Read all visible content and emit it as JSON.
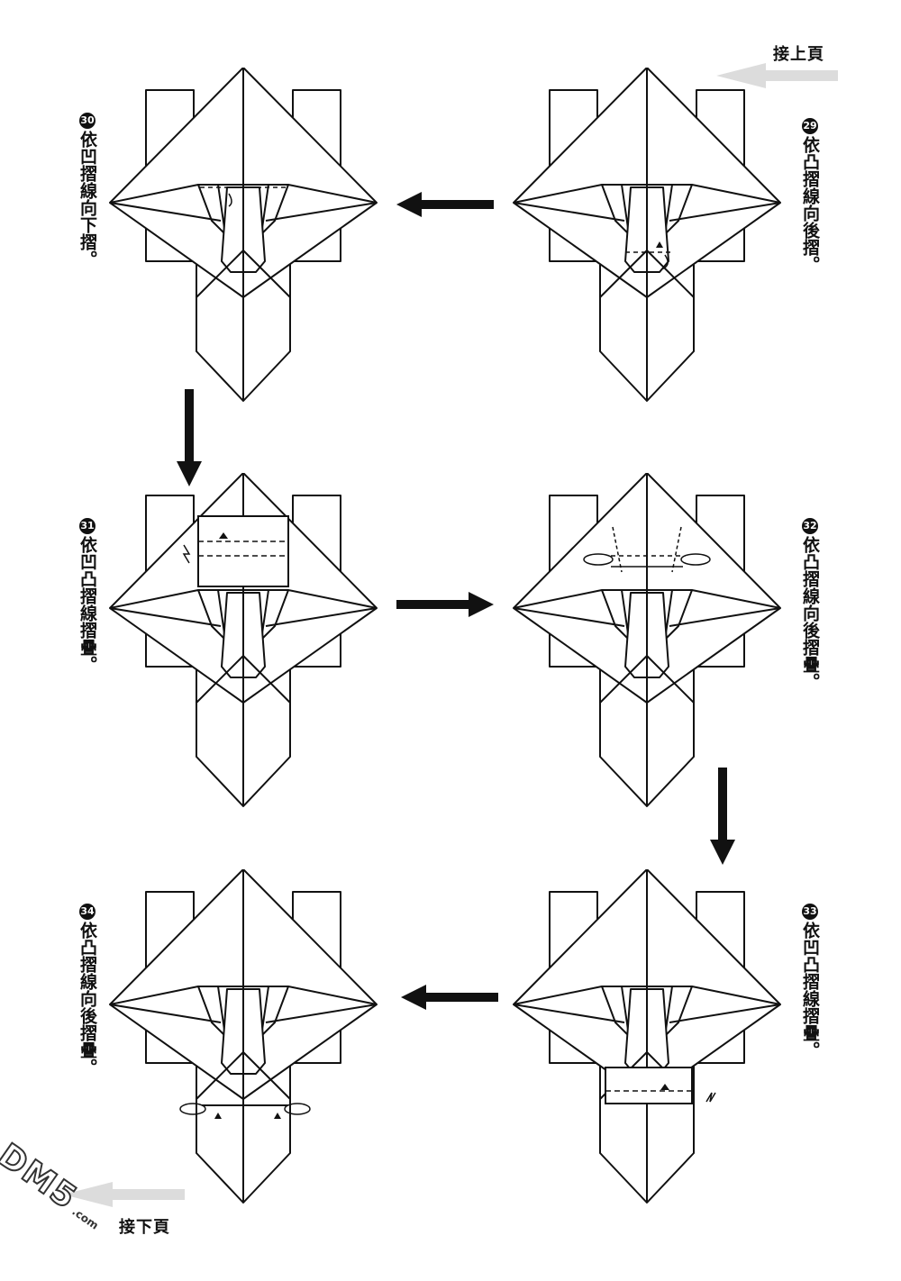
{
  "nav": {
    "prev_page": "接上頁",
    "next_page": "接下頁"
  },
  "steps": [
    {
      "num": "29",
      "text": "依凸摺線向後摺。"
    },
    {
      "num": "30",
      "text": "依凹摺線向下摺。"
    },
    {
      "num": "31",
      "text": "依凹凸摺線摺疊。"
    },
    {
      "num": "32",
      "text": "依凸摺線向後摺疊。"
    },
    {
      "num": "33",
      "text": "依凹凸摺線摺疊。"
    },
    {
      "num": "34",
      "text": "依凸摺線向後摺疊。"
    }
  ],
  "watermark": {
    "logo": "DM5",
    "domain": ".com"
  }
}
